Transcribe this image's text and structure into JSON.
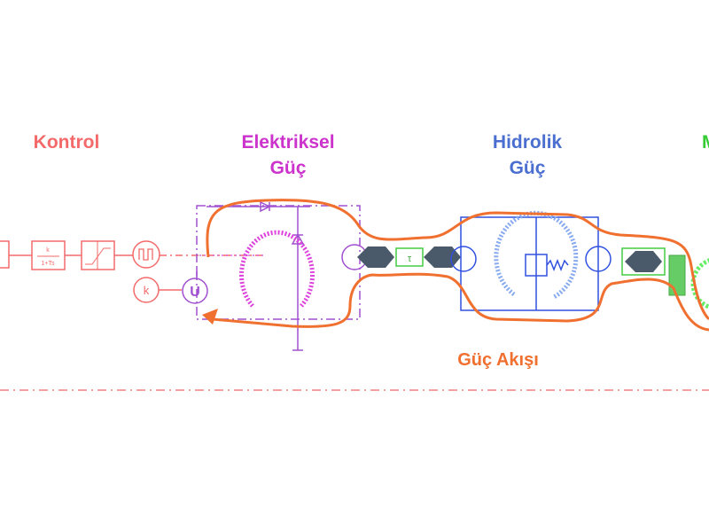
{
  "sections": {
    "control": {
      "label": "Kontrol",
      "color": "#f46a6a"
    },
    "electrical": {
      "line1": "Elektriksel",
      "line2": "Güç",
      "color": "#cc33cc"
    },
    "hydraulic": {
      "line1": "Hidrolik",
      "line2": "Güç",
      "color": "#4a6fd0"
    },
    "mechanical": {
      "label": "M",
      "color": "#33cc33"
    }
  },
  "power_flow": {
    "label": "Güç Akışı",
    "color": "#f07030"
  },
  "blocks": {
    "transfer_function_num": "k",
    "transfer_function_den": "1+Ts",
    "constant": "k",
    "voltage_source": "U",
    "torque_label": "τ"
  }
}
